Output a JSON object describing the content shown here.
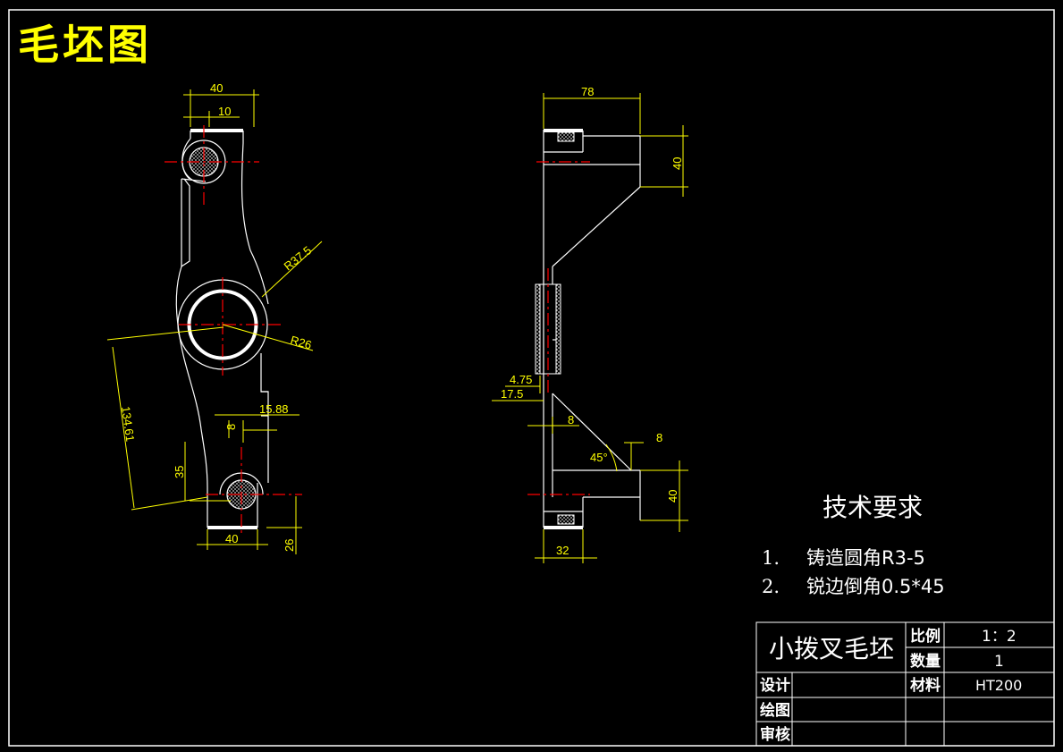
{
  "drawing_title": "毛坯图",
  "dims_front": {
    "d40_top": "40",
    "d10": "10",
    "r37_5": "R37.5",
    "r26": "R26",
    "d134_61": "134.61",
    "d8": "8",
    "d15_88": "15.88",
    "d35": "35",
    "d40_bottom": "40",
    "d26": "26"
  },
  "dims_side": {
    "d78": "78",
    "d40_upper": "40",
    "d4_75": "4.75",
    "d17_5": "17.5",
    "d8_a": "8",
    "d8_b": "8",
    "angle45": "45°",
    "d40_lower": "40",
    "d32": "32"
  },
  "tech_requirements": {
    "title": "技术要求",
    "items": [
      {
        "num": "1.",
        "text": "铸造圆角",
        "value": "R3-5"
      },
      {
        "num": "2.",
        "text": "锐边倒角",
        "value": "0.5*45"
      }
    ]
  },
  "title_block": {
    "part_name": "小拨叉毛坯",
    "scale_label": "比例",
    "scale_value": "1：2",
    "qty_label": "数量",
    "qty_value": "1",
    "material_label": "材料",
    "material_value": "HT200",
    "design_label": "设计",
    "drawing_label": "绘图",
    "review_label": "审核"
  },
  "colors": {
    "background": "#000000",
    "outline": "#ffffff",
    "dimension": "#ffff00",
    "centerline": "#ff0000",
    "hatch": "#c0c0c0"
  }
}
